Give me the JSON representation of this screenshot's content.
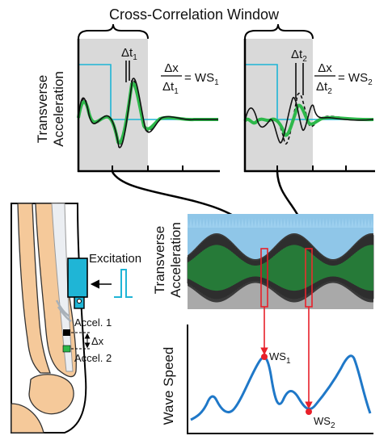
{
  "window_title": "Cross-Correlation Window",
  "panel1": {
    "dt_main": "Δt",
    "dt_sub": "1",
    "eq_num": "Δx",
    "eq_den_main": "Δt",
    "eq_den_sub": "1",
    "eq_rhs_main": "= WS",
    "eq_rhs_sub": "1"
  },
  "panel2": {
    "dt_main": "Δt",
    "dt_sub": "2",
    "eq_num": "Δx",
    "eq_den_main": "Δt",
    "eq_den_sub": "2",
    "eq_rhs_main": "= WS",
    "eq_rhs_sub": "2"
  },
  "top_axis_title_line1": "Transverse",
  "top_axis_title_line2": "Acceleration",
  "mid_axis_title_line1": "Transverse",
  "mid_axis_title_line2": "Acceleration",
  "wave_speed_title": "Wave Speed",
  "excitation_label": "Excitation",
  "accel1_label": "Accel. 1",
  "accel2_label": "Accel. 2",
  "dx_label": "Δx",
  "ws1": {
    "main": "WS",
    "sub": "1"
  },
  "ws2": {
    "main": "WS",
    "sub": "2"
  },
  "colors": {
    "green": "#2db84a",
    "cyan": "#1fb5d6",
    "blue": "#1f78c8",
    "red": "#e8202a",
    "gray_bg": "#d9d9d9",
    "sky": "#8fc6e8",
    "bone": "#f5c99a"
  }
}
